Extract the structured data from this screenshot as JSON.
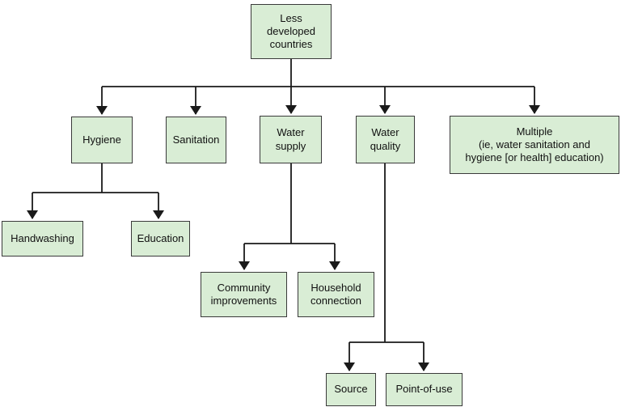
{
  "diagram": {
    "type": "flowchart",
    "colors": {
      "node_fill": "#d9edd5",
      "node_border": "#3a3a3a",
      "line_color": "#1a1a1a",
      "text_color": "#111111",
      "background": "#ffffff"
    },
    "nodes": {
      "root": {
        "label": "Less\ndeveloped\ncountries"
      },
      "hygiene": {
        "label": "Hygiene"
      },
      "sanitation": {
        "label": "Sanitation"
      },
      "water_supply": {
        "label": "Water\nsupply"
      },
      "water_quality": {
        "label": "Water\nquality"
      },
      "multiple": {
        "label": "Multiple\n(ie, water sanitation and\nhygiene [or health] education)"
      },
      "handwashing": {
        "label": "Handwashing"
      },
      "education": {
        "label": "Education"
      },
      "community_improvements": {
        "label": "Community\nimprovements"
      },
      "household_connection": {
        "label": "Household\nconnection"
      },
      "source": {
        "label": "Source"
      },
      "point_of_use": {
        "label": "Point-of-use"
      }
    },
    "edges": [
      {
        "from": "root",
        "to": "hygiene"
      },
      {
        "from": "root",
        "to": "sanitation"
      },
      {
        "from": "root",
        "to": "water_supply"
      },
      {
        "from": "root",
        "to": "water_quality"
      },
      {
        "from": "root",
        "to": "multiple"
      },
      {
        "from": "hygiene",
        "to": "handwashing"
      },
      {
        "from": "hygiene",
        "to": "education"
      },
      {
        "from": "water_supply",
        "to": "community_improvements"
      },
      {
        "from": "water_supply",
        "to": "household_connection"
      },
      {
        "from": "water_quality",
        "to": "source"
      },
      {
        "from": "water_quality",
        "to": "point_of_use"
      }
    ]
  }
}
